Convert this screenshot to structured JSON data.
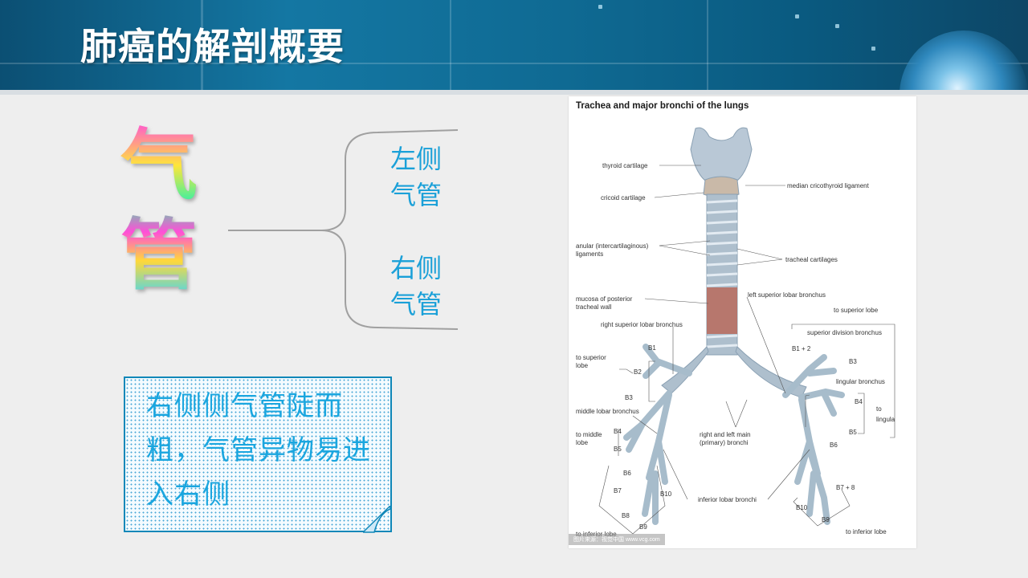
{
  "slide": {
    "title": "肺癌的解剖概要",
    "main_term": "气管",
    "branches": [
      "左侧气管",
      "右侧气管"
    ],
    "note": "右侧侧气管陡而粗，气管异物易进入右侧"
  },
  "figure": {
    "title": "Trachea and major bronchi of the lungs",
    "watermark": "图片来源：视觉中国 www.vcg.com",
    "labels": {
      "thyroid_cartilage": "thyroid cartilage",
      "cricoid_cartilage": "cricoid cartilage",
      "median_cricothyroid": "median cricothyroid ligament",
      "anular_1": "anular (intercartilaginous)",
      "anular_2": "ligaments",
      "tracheal_cartilages": "tracheal cartilages",
      "mucosa_1": "mucosa of posterior",
      "mucosa_2": "tracheal wall",
      "left_superior_lobar": "left superior lobar bronchus",
      "to_superior_lobe_right": "to superior lobe",
      "right_superior_lobar": "right superior lobar bronchus",
      "superior_division": "superior division bronchus",
      "b1": "B1",
      "b1_2": "B1 + 2",
      "to_superior_1": "to superior",
      "to_superior_2": "lobe",
      "b2": "B2",
      "b3_left": "B3",
      "b3_right": "B3",
      "lingular_bronchus": "lingular bronchus",
      "b4_right": "B4",
      "to_lingula_1": "to",
      "to_lingula_2": "lingula",
      "b5_right": "B5",
      "middle_lobar": "middle lobar bronchus",
      "right_left_main_1": "right and left main",
      "right_left_main_2": "(primary) bronchi",
      "to_middle_1": "to middle",
      "to_middle_2": "lobe",
      "b4_left": "B4",
      "b5_left": "B5",
      "b6_right": "B6",
      "b6_left": "B6",
      "b7": "B7",
      "b7_8": "B7 + 8",
      "b10_left": "B10",
      "inferior_lobar": "inferior lobar bronchi",
      "b8": "B8",
      "b10_right": "B10",
      "b9_left": "B9",
      "b9_right": "B9",
      "to_inferior_left": "to inferior lobe",
      "to_inferior_right": "to inferior lobe"
    }
  },
  "colors": {
    "header": "#0f6a93",
    "branch_text": "#1aa0d8",
    "note_border": "#0f87b8",
    "airway": "#a9bdcc",
    "mucosa": "#b86a5c"
  }
}
